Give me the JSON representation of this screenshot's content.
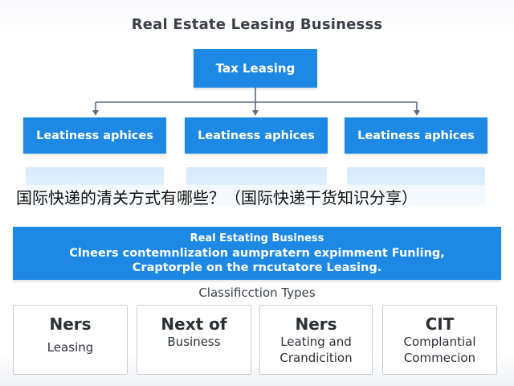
{
  "title": "Real Estate Leasing Businesss",
  "top_node": "Tax Leasing",
  "mid_nodes": [
    "Leatiness aphices",
    "Leatiness aphices",
    "Leatiness aphices"
  ],
  "overlay_text": "国际快递的清关方式有哪些？（国际快递干货知识分享）",
  "banner": {
    "line1": "Real Estating Business",
    "line2": "Clneers contemnlization aumpratern expimment Funling,",
    "line3": "Craptorple on the rncutatore Leasing."
  },
  "subheading": "Classificction Types",
  "cards": [
    {
      "title": "Ners",
      "line1": "Leasing",
      "line2": ""
    },
    {
      "title": "Next of",
      "line1": "Business",
      "line2": ""
    },
    {
      "title": "Ners",
      "line1": "Leating and",
      "line2": "Crandicition"
    },
    {
      "title": "CIT",
      "line1": "Complantial",
      "line2": "Commecion"
    }
  ],
  "colors": {
    "node_fill": "#1e88e5",
    "connector": "#5b6b80",
    "card_border": "#c7ccd3"
  }
}
